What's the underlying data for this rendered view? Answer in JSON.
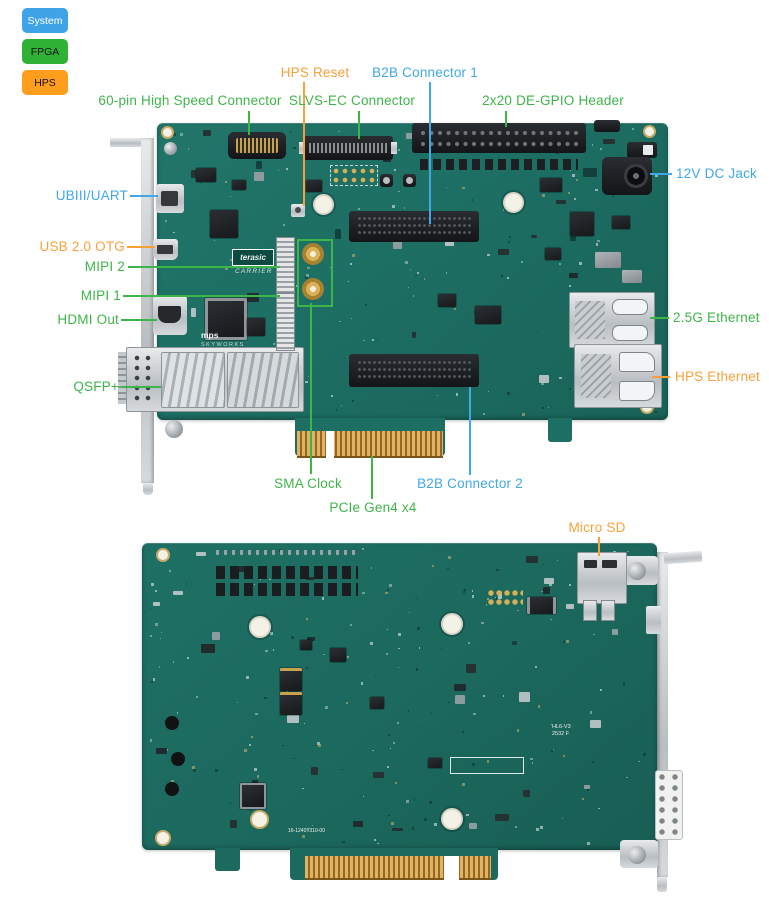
{
  "colors": {
    "green": "#3EB549",
    "blue": "#41A8E8",
    "orange": "#F9A03A",
    "pcb": "#1D6E63",
    "legend_system": "#3FA3E8",
    "legend_fpga": "#2EB135",
    "legend_hps": "#FF9D1C",
    "gold": "#D9AF56",
    "silver": "#C9CDD0"
  },
  "legend": {
    "items": [
      {
        "label": "System",
        "bg": "#3FA3E8",
        "text_color": "#FFFFFF"
      },
      {
        "label": "FPGA",
        "bg": "#2EB135",
        "text_color": "#111111"
      },
      {
        "label": "HPS",
        "bg": "#FF9D1C",
        "text_color": "#111111"
      }
    ]
  },
  "callouts": {
    "hps_reset": {
      "text": "HPS Reset",
      "color": "orange"
    },
    "b2b1": {
      "text": "B2B Connector 1",
      "color": "blue"
    },
    "pin60": {
      "text": "60-pin High Speed Connector",
      "color": "green"
    },
    "slvs": {
      "text": "SLVS-EC Connector",
      "color": "green"
    },
    "gpio": {
      "text": "2x20 DE-GPIO Header",
      "color": "green"
    },
    "dcjack": {
      "text": "12V DC Jack",
      "color": "blue"
    },
    "uart": {
      "text": "UBIII/UART",
      "color": "blue"
    },
    "otg": {
      "text": "USB 2.0 OTG",
      "color": "orange"
    },
    "mipi2": {
      "text": "MIPI 2",
      "color": "green"
    },
    "mipi1": {
      "text": "MIPI 1",
      "color": "green"
    },
    "hdmi": {
      "text": "HDMI Out",
      "color": "green"
    },
    "qsfp": {
      "text": "QSFP+",
      "color": "green"
    },
    "eth25g": {
      "text": "2.5G Ethernet",
      "color": "green"
    },
    "ethhps": {
      "text": "HPS Ethernet",
      "color": "orange"
    },
    "sma": {
      "text": "SMA Clock",
      "color": "green"
    },
    "pcie": {
      "text": "PCIe Gen4 x4",
      "color": "green"
    },
    "b2b2": {
      "text": "B2B Connector 2",
      "color": "blue"
    },
    "microsd": {
      "text": "Micro SD",
      "color": "orange"
    }
  },
  "board_text": {
    "logo": "terasic",
    "carrier": "CARRIER",
    "mps": "mps",
    "skyworks": "SKYWORKS",
    "serial_l1": "HL6-V3",
    "serial_l2": "2532 F",
    "board_id": "16-1240T310-00"
  }
}
